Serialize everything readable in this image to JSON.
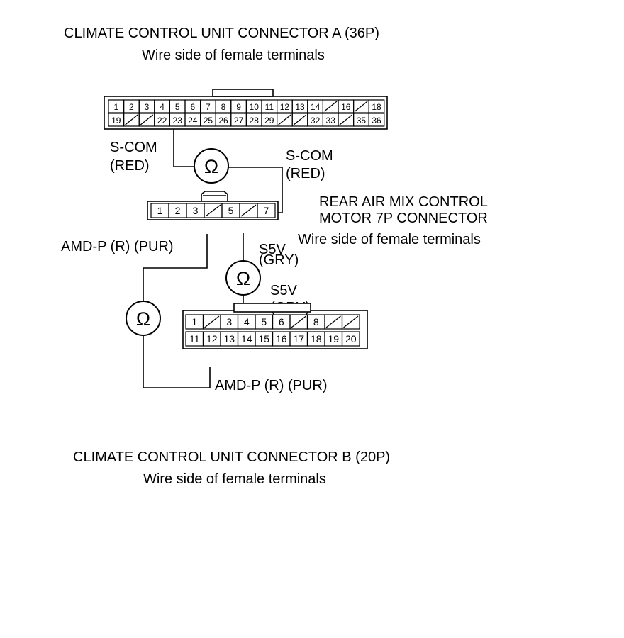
{
  "titles": {
    "connector_a": "CLIMATE CONTROL UNIT CONNECTOR A (36P)",
    "connector_a_sub": "Wire side of female terminals",
    "motor_line1": "REAR AIR MIX CONTROL",
    "motor_line2": "MOTOR 7P CONNECTOR",
    "motor_sub": "Wire side of female terminals",
    "connector_b": "CLIMATE CONTROL UNIT CONNECTOR B (20P)",
    "connector_b_sub": "Wire side of female terminals"
  },
  "wires": {
    "scom_a_line1": "S-COM",
    "scom_a_line2": "(RED)",
    "scom_m_line1": "S-COM",
    "scom_m_line2": "(RED)",
    "amdp_top": "AMD-P (R) (PUR)",
    "s5v_m_line1": "S5V",
    "s5v_m_line2": "(GRY)",
    "s5v_b_line1": "S5V",
    "s5v_b_line2": "(GRY)",
    "amdp_bottom": "AMD-P (R) (PUR)"
  },
  "meter_symbol": "Ω",
  "connector_a": {
    "row1": [
      "1",
      "2",
      "3",
      "4",
      "5",
      "6",
      "7",
      "8",
      "9",
      "10",
      "11",
      "12",
      "13",
      "14",
      "",
      "16",
      "",
      "18"
    ],
    "row2": [
      "19",
      "",
      "",
      "22",
      "23",
      "24",
      "25",
      "26",
      "27",
      "28",
      "29",
      "",
      "",
      "32",
      "33",
      "",
      "35",
      "36"
    ]
  },
  "motor_connector": {
    "cells": [
      "1",
      "2",
      "3",
      "",
      "5",
      "",
      "7"
    ]
  },
  "connector_b": {
    "row1": [
      "1",
      "",
      "3",
      "4",
      "5",
      "6",
      "",
      "8",
      "",
      ""
    ],
    "row2": [
      "11",
      "12",
      "13",
      "14",
      "15",
      "16",
      "17",
      "18",
      "19",
      "20"
    ]
  }
}
